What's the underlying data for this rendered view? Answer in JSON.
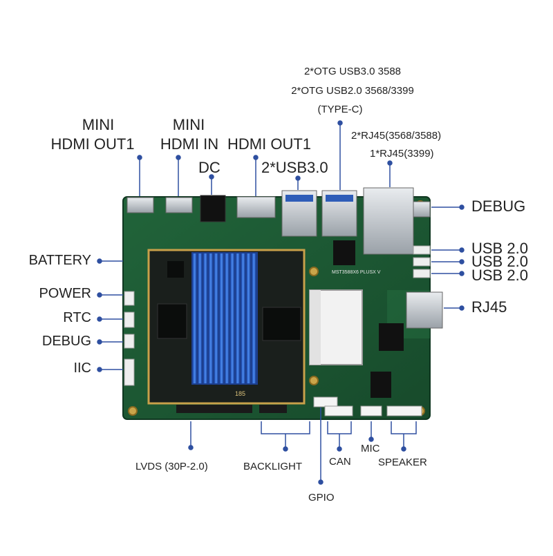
{
  "colors": {
    "board": "#1d5a34",
    "heatsink": "#2f6fd6",
    "leader": "#2e4fa0",
    "text": "#222222"
  },
  "top_labels": {
    "otg_usb3": "2*OTG USB3.0 3588",
    "otg_usb2": "2*OTG USB2.0 3568/3399",
    "type_c": "(TYPE-C)",
    "rj45_dual": "2*RJ45(3568/3588)",
    "rj45_single": "1*RJ45(3399)",
    "mini_hdmi_out_line1": "MINI",
    "mini_hdmi_out_line2": "HDMI OUT1",
    "mini_hdmi_in_line1": "MINI",
    "mini_hdmi_in_line2": "HDMI IN",
    "hdmi_out": "HDMI OUT1",
    "dc": "DC",
    "usb3_dual": "2*USB3.0"
  },
  "right_labels": {
    "debug": "DEBUG",
    "usb2_a": "USB 2.0",
    "usb2_b": "USB 2.0",
    "usb2_c": "USB 2.0",
    "rj45": "RJ45"
  },
  "left_labels": {
    "battery": "BATTERY",
    "power": "POWER",
    "rtc": "RTC",
    "debug": "DEBUG",
    "iic": "IIC"
  },
  "bottom_labels": {
    "lvds": "LVDS (30P-2.0)",
    "backlight": "BACKLIGHT",
    "can": "CAN",
    "mic": "MIC",
    "speaker": "SPEAKER",
    "gpio": "GPIO"
  },
  "board_silkscreen": {
    "model": "MST3588X6 PLUSX V",
    "marking": "185"
  }
}
